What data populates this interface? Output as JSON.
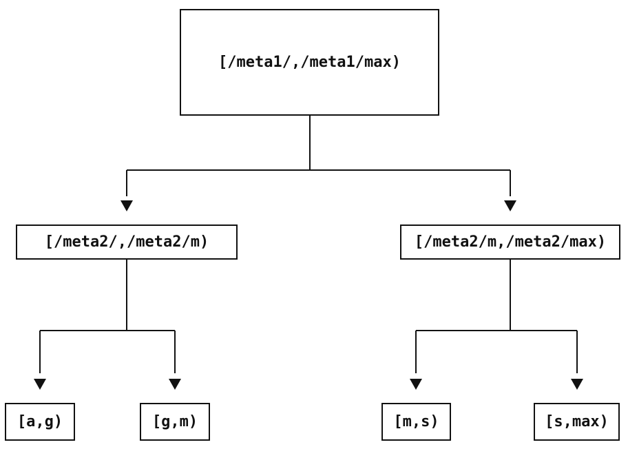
{
  "diagram": {
    "type": "tree",
    "colors": {
      "background": "#ffffff",
      "line": "#111111",
      "text": "#111111"
    },
    "nodes": {
      "root": "[/meta1/,/meta1/max)",
      "level2_left": "[/meta2/,/meta2/m)",
      "level2_right": "[/meta2/m,/meta2/max)",
      "leaf_ag": "[a,g)",
      "leaf_gm": "[g,m)",
      "leaf_ms": "[m,s)",
      "leaf_smax": "[s,max)"
    },
    "edges": [
      {
        "from": "root",
        "to": "level2_left"
      },
      {
        "from": "root",
        "to": "level2_right"
      },
      {
        "from": "level2_left",
        "to": "leaf_ag"
      },
      {
        "from": "level2_left",
        "to": "leaf_gm"
      },
      {
        "from": "level2_right",
        "to": "leaf_ms"
      },
      {
        "from": "level2_right",
        "to": "leaf_smax"
      }
    ]
  }
}
